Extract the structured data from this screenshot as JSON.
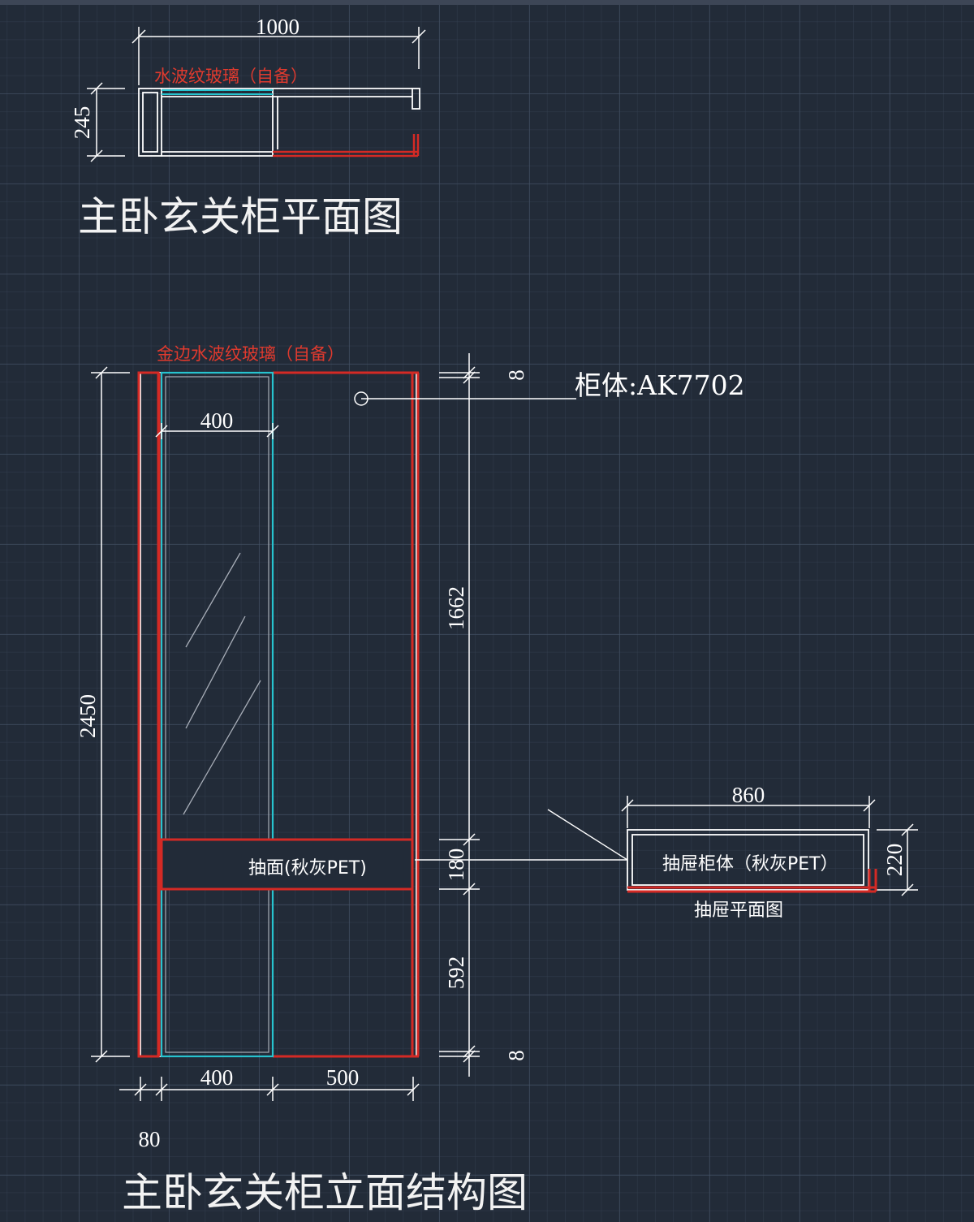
{
  "plan_view": {
    "title": "主卧玄关柜平面图",
    "glass_note": "水波纹玻璃（自备）",
    "width_dim": "1000",
    "depth_dim": "245"
  },
  "elevation_view": {
    "title": "主卧玄关柜立面结构图",
    "glass_note": "金边水波纹玻璃（自备）",
    "cabinet_label": "柜体:AK7702",
    "drawer_face_label": "抽面(秋灰PET)",
    "height_total": "2450",
    "glass_width_top": "400",
    "dims_right": [
      "8",
      "1662",
      "180",
      "592",
      "8"
    ],
    "bottom_dims": [
      "80",
      "400",
      "500"
    ]
  },
  "drawer_plan": {
    "title": "抽屉平面图",
    "label": "抽屉柜体（秋灰PET）",
    "width_dim": "860",
    "depth_dim": "220"
  },
  "colors": {
    "background": "#222b38",
    "outline": "#ffffff",
    "panel_red": "#d42a25",
    "glass_cyan": "#27c3cf",
    "hatch": "#a8aeb8"
  }
}
